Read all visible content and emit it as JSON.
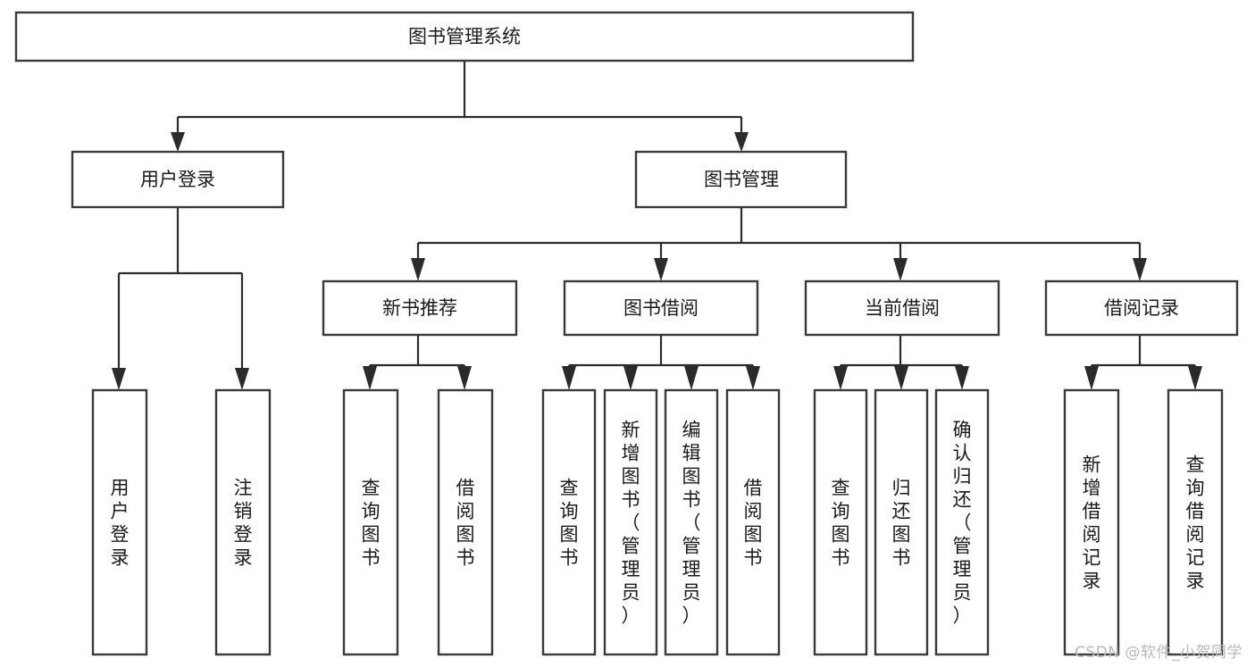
{
  "diagram": {
    "title": "图书管理系统",
    "type": "tree-hierarchy-chart",
    "root": {
      "id": "root",
      "label": "图书管理系统"
    },
    "level2": [
      {
        "id": "user-login",
        "label": "用户登录"
      },
      {
        "id": "book-management",
        "label": "图书管理"
      }
    ],
    "level3": [
      {
        "id": "new-book-recommend",
        "label": "新书推荐",
        "parent": "book-management"
      },
      {
        "id": "book-borrow",
        "label": "图书借阅",
        "parent": "book-management"
      },
      {
        "id": "current-borrow",
        "label": "当前借阅",
        "parent": "book-management"
      },
      {
        "id": "borrow-record",
        "label": "借阅记录",
        "parent": "book-management"
      }
    ],
    "leaves": [
      {
        "id": "leaf-user-login",
        "label": "用户登录",
        "parent": "user-login"
      },
      {
        "id": "leaf-logout-login",
        "label": "注销登录",
        "parent": "user-login"
      },
      {
        "id": "leaf-query-book-1",
        "label": "查询图书",
        "parent": "new-book-recommend"
      },
      {
        "id": "leaf-borrow-book-1",
        "label": "借阅图书",
        "parent": "new-book-recommend"
      },
      {
        "id": "leaf-query-book-2",
        "label": "查询图书",
        "parent": "book-borrow"
      },
      {
        "id": "leaf-add-book",
        "label": "新增图书（管理员）",
        "parent": "book-borrow"
      },
      {
        "id": "leaf-edit-book",
        "label": "编辑图书（管理员）",
        "parent": "book-borrow"
      },
      {
        "id": "leaf-borrow-book-2",
        "label": "借阅图书",
        "parent": "book-borrow"
      },
      {
        "id": "leaf-query-book-3",
        "label": "查询图书",
        "parent": "current-borrow"
      },
      {
        "id": "leaf-return-book",
        "label": "归还图书",
        "parent": "current-borrow"
      },
      {
        "id": "leaf-confirm-return",
        "label": "确认归还（管理员）",
        "parent": "current-borrow"
      },
      {
        "id": "leaf-add-borrow-record",
        "label": "新增借阅记录",
        "parent": "borrow-record"
      },
      {
        "id": "leaf-query-borrow-record",
        "label": "查询借阅记录",
        "parent": "borrow-record"
      }
    ],
    "watermark": "CSDN @软件_小贺同学",
    "colors": {
      "box_stroke": "#3a3a3a",
      "connector": "#2b2b2b",
      "text": "#1a1a1a",
      "background": "#ffffff",
      "watermark": "#b9b9b9"
    }
  }
}
